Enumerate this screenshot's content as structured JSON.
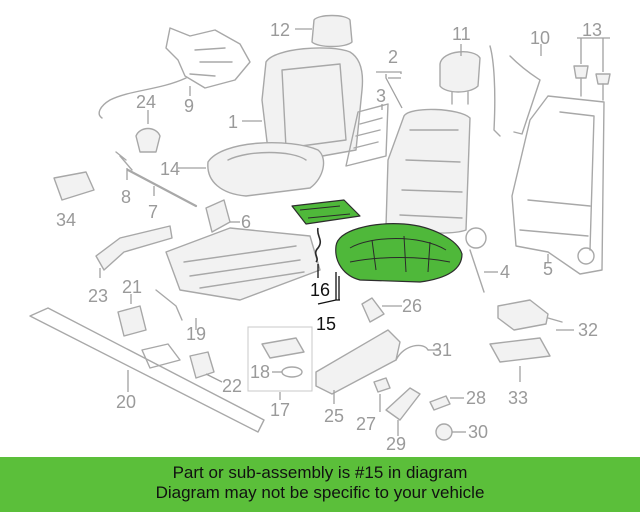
{
  "callouts": {
    "c1": "1",
    "c2": "2",
    "c3": "3",
    "c4": "4",
    "c5": "5",
    "c6": "6",
    "c7": "7",
    "c8": "8",
    "c9": "9",
    "c10": "10",
    "c11": "11",
    "c12": "12",
    "c13": "13",
    "c14": "14",
    "c15": "15",
    "c16": "16",
    "c17": "17",
    "c18": "18",
    "c19": "19",
    "c20": "20",
    "c21": "21",
    "c22": "22",
    "c23": "23",
    "c24": "24",
    "c25": "25",
    "c26": "26",
    "c27": "27",
    "c28": "28",
    "c29": "29",
    "c30": "30",
    "c31": "31",
    "c32": "32",
    "c33": "33",
    "c34": "34"
  },
  "colors": {
    "highlight": "#4fb83a",
    "banner": "#5bbf3a",
    "part_line": "#a8a8a8"
  },
  "banner": {
    "line1": "Part or sub-assembly is #15 in diagram",
    "line2": "Diagram may not be specific to your vehicle"
  }
}
